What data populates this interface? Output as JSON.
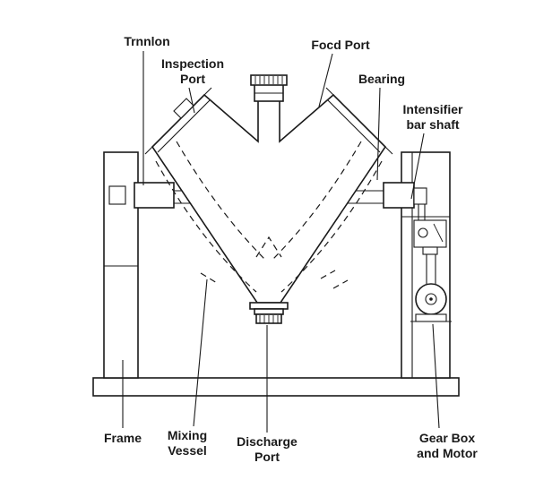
{
  "labels": {
    "trunnion": {
      "text": "Trnnlon"
    },
    "inspection_port": {
      "line1": "Inspection",
      "line2": "Port"
    },
    "feed_port": {
      "text": "Focd Port"
    },
    "bearing": {
      "text": "Bearing"
    },
    "intensifier_bar_shaft": {
      "line1": "Intensifier",
      "line2": "bar shaft"
    },
    "frame": {
      "text": "Frame"
    },
    "mixing_vessel": {
      "line1": "Mixing",
      "line2": "Vessel"
    },
    "discharge_port": {
      "line1": "Discharge",
      "line2": "Port"
    },
    "gear_box_motor": {
      "line1": "Gear Box",
      "line2": "and Motor"
    }
  },
  "colors": {
    "line": "#1a1a1a",
    "background": "#ffffff"
  }
}
